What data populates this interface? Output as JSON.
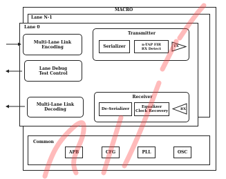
{
  "macro": {
    "title": "MACRO"
  },
  "lane_n1": {
    "label": "Lane N-1"
  },
  "lane0": {
    "label": "Lane 0",
    "encoding": "Multi-Lane Link\nEncoding",
    "debug": "Lane Debug\nTest Control",
    "decoding": "Multi-Lane Link\nDecoding"
  },
  "transmitter": {
    "title": "Transmitter",
    "serializer": "Serializer",
    "fir": "n-TAP FIR\nRX Detect",
    "tx": "TX"
  },
  "receiver": {
    "title": "Receiver",
    "deserializer": "De-Serializer",
    "equalizer": "Equalizer\nClock Recovery",
    "rx": "RX"
  },
  "common": {
    "title": "Common",
    "blocks": [
      "APB",
      "CFG",
      "PLL",
      "OSC"
    ]
  },
  "colors": {
    "watermark": "#ff3b3b",
    "line": "#222222"
  }
}
